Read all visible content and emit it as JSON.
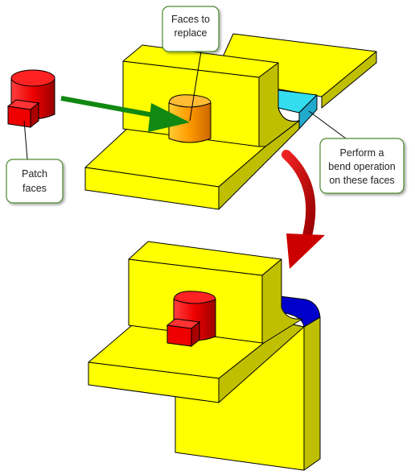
{
  "callouts": {
    "faces_to_replace": [
      "Faces to",
      "replace"
    ],
    "patch_faces": [
      "Patch",
      "faces"
    ],
    "bend_operation": [
      "Perform a",
      "bend operation",
      "on these faces"
    ]
  },
  "colors": {
    "part_yellow": "#ffff00",
    "part_shade": "#bfbf00",
    "part_shade_dark": "#a8a800",
    "patch_red": "#ee0000",
    "replace_orange": "#ff9900",
    "bend_cyan": "#33ddee",
    "bent_blue": "#0000cc",
    "arrow_green": "#118811",
    "arrow_red": "#cc0000",
    "callout_border": "#4e8a2e"
  },
  "icons": [
    "green-arrow",
    "red-curved-arrow"
  ]
}
